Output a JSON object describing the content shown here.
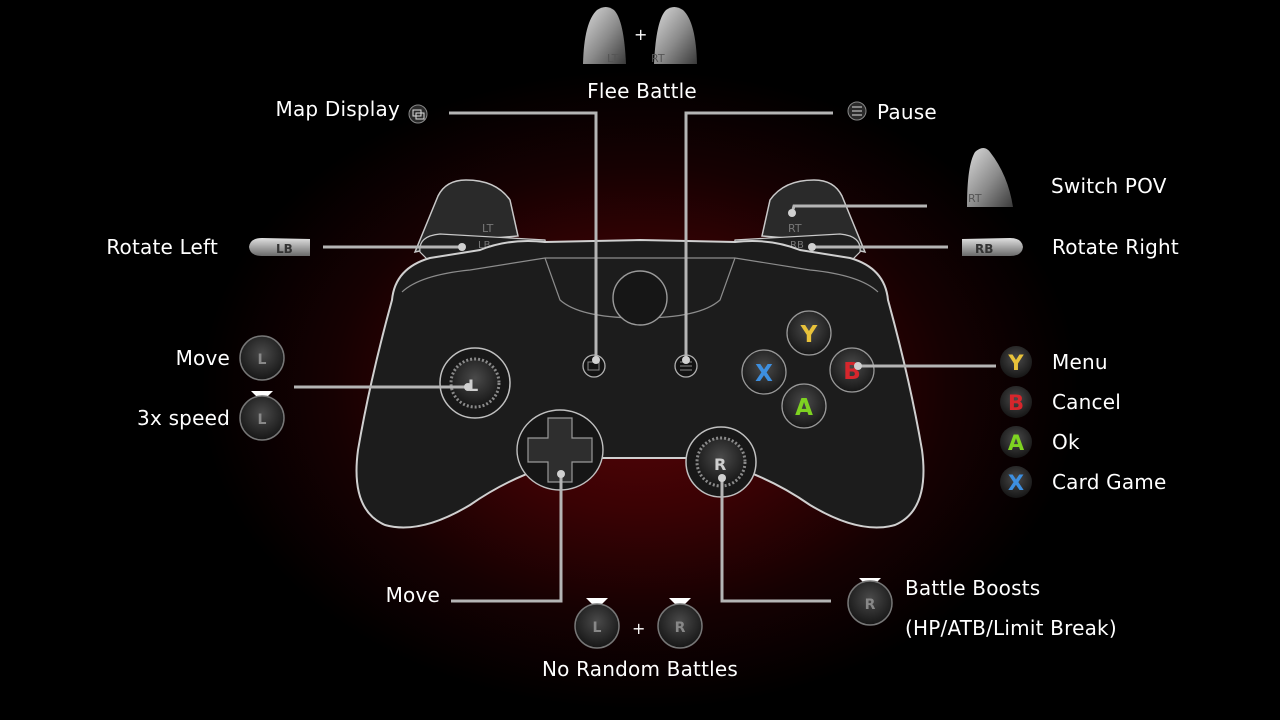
{
  "labels": {
    "flee_battle": "Flee Battle",
    "map_display": "Map Display",
    "pause": "Pause",
    "switch_pov": "Switch POV",
    "rotate_left": "Rotate Left",
    "rotate_right": "Rotate Right",
    "move_stick": "Move",
    "speed": "3x speed",
    "menu": "Menu",
    "cancel": "Cancel",
    "ok": "Ok",
    "card_game": "Card Game",
    "move_dpad": "Move",
    "battle_boosts_1": "Battle Boosts",
    "battle_boosts_2": "(HP/ATB/Limit Break)",
    "no_random_battles": "No Random Battles"
  },
  "glyphs": {
    "lt": "LT",
    "rt": "RT",
    "lb": "LB",
    "rb": "RB",
    "l": "L",
    "r": "R",
    "y": "Y",
    "b": "B",
    "a": "A",
    "x": "X",
    "plus": "+"
  },
  "colors": {
    "y": "#e8c23a",
    "b": "#d7262c",
    "a": "#7ed321",
    "x": "#3d8fe0",
    "line": "#b5b5b5",
    "controller_outline": "#c9c9c9",
    "background_glow": "#5a0508"
  }
}
